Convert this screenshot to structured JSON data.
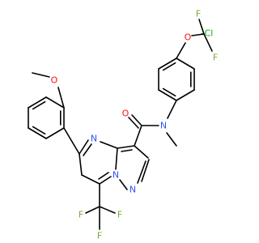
{
  "colors": {
    "bond": "#000000",
    "oxygen": "#ff0d0d",
    "nitrogen": "#3050f8",
    "fluorine": "#7aa83f",
    "chlorine": "#1fa81f",
    "background": "#ffffff"
  },
  "atoms": {
    "cl": "Cl",
    "f_top": "F",
    "f_right": "F",
    "o_difluoro": "O",
    "o_methoxy": "O",
    "o_carbonyl": "O",
    "n_amide": "N",
    "n_pyrimidine": "N",
    "n_bridge": "N",
    "n_pyrazole": "N",
    "f_cf3_left": "F",
    "f_cf3_right": "F",
    "f_cf3_bottom": "F"
  }
}
